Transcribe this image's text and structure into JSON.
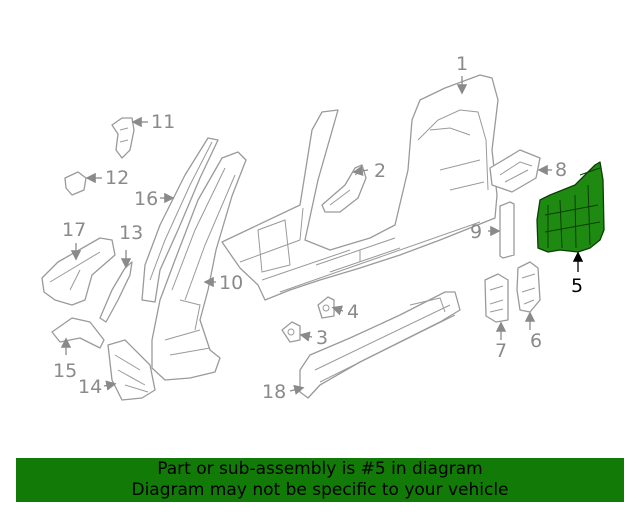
{
  "callouts": {
    "c1": "1",
    "c2": "2",
    "c3": "3",
    "c4": "4",
    "c5": "5",
    "c6": "6",
    "c7": "7",
    "c8": "8",
    "c9": "9",
    "c10": "10",
    "c11": "11",
    "c12": "12",
    "c13": "13",
    "c14": "14",
    "c15": "15",
    "c16": "16",
    "c17": "17",
    "c18": "18"
  },
  "highlighted_part": "5",
  "colors": {
    "highlight": "#1f8a12",
    "banner": "#127a06",
    "line": "#9a9a9a"
  },
  "banner": {
    "line1": "Part or sub-assembly is #5 in diagram",
    "line2": "Diagram may not be specific to your vehicle"
  }
}
